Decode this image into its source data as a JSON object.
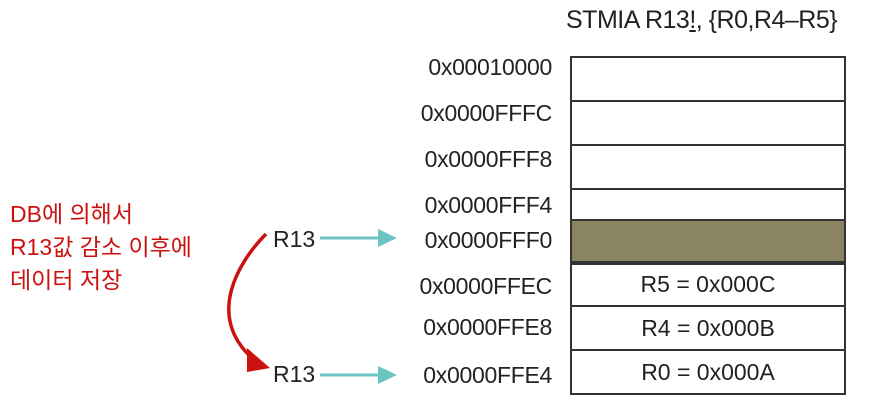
{
  "title": {
    "prefix": "STMIA R13",
    "bang": "!",
    "suffix": ", {R0,R4–R5}"
  },
  "note": {
    "lines": [
      "DB에 의해서",
      "R13값 감소 이후에",
      "데이터 저장"
    ],
    "color": "#cc1111"
  },
  "registers": {
    "before": "R13",
    "after": "R13"
  },
  "colors": {
    "arrow": "#6cc5c5",
    "curve": "#cc1111",
    "highlight": "#8b8462",
    "border": "#333333"
  },
  "memory": [
    {
      "address": "0x00010000",
      "value": ""
    },
    {
      "address": "0x0000FFFC",
      "value": ""
    },
    {
      "address": "0x0000FFF8",
      "value": ""
    },
    {
      "address": "0x0000FFF4",
      "value": ""
    },
    {
      "address": "0x0000FFF0",
      "value": "",
      "highlight": true
    },
    {
      "address": "0x0000FFEC",
      "value": "R5 = 0x000C"
    },
    {
      "address": "0x0000FFE8",
      "value": "R4 = 0x000B"
    },
    {
      "address": "0x0000FFE4",
      "value": "R0 = 0x000A"
    }
  ]
}
